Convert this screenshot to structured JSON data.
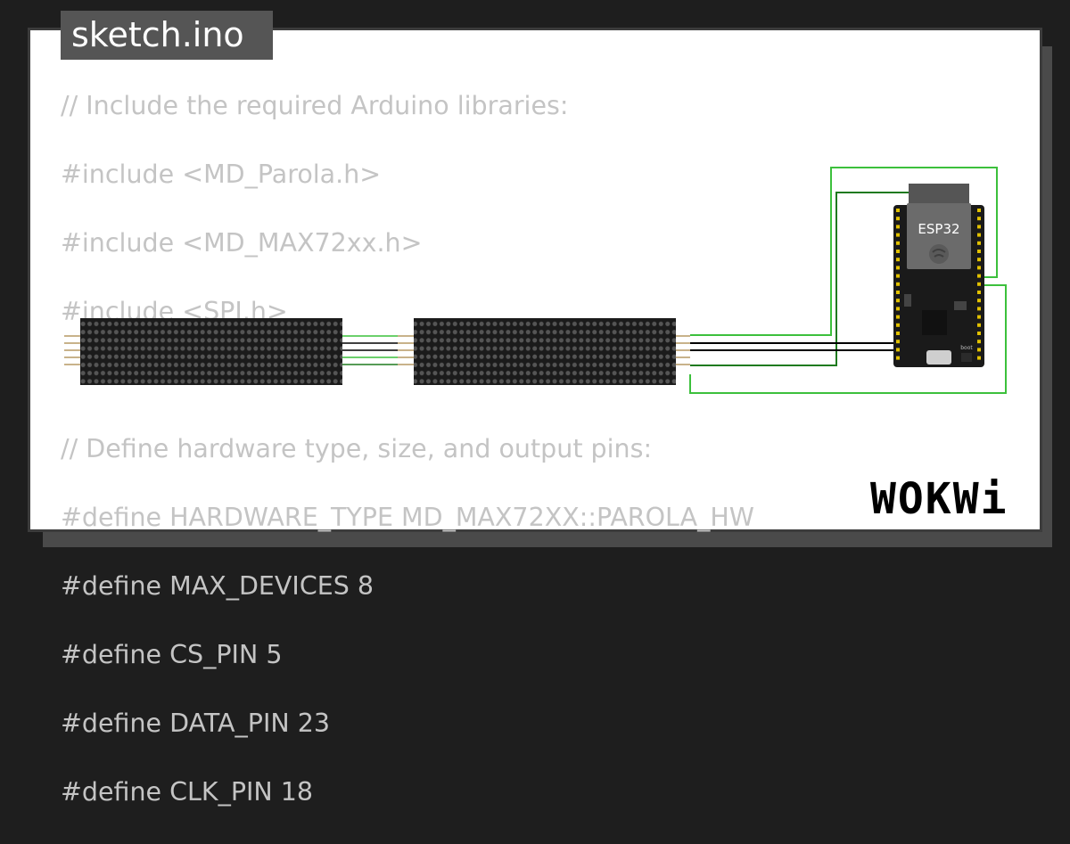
{
  "file_tab": {
    "filename": "sketch.ino"
  },
  "code": {
    "lines": [
      "// Include the required Arduino libraries:",
      "#include <MD_Parola.h>",
      "#include <MD_MAX72xx.h>",
      "#include <SPI.h>",
      "",
      "// Define hardware type, size, and output pins:",
      "#define HARDWARE_TYPE MD_MAX72XX::PAROLA_HW",
      "#define MAX_DEVICES 8",
      "#define CS_PIN 5",
      "#define DATA_PIN 23",
      "#define CLK_PIN 18"
    ]
  },
  "board": {
    "label": "ESP32",
    "boot_label": "boot"
  },
  "brand": {
    "logo_text": "WOKWi"
  },
  "colors": {
    "background": "#1e1e1e",
    "card": "#ffffff",
    "code_text": "#c4c4c4",
    "tab_bg": "#555555",
    "matrix": "#1b1b1b",
    "wire_green": "#3cc03c",
    "wire_dark_green": "#1f7a1f",
    "wire_black": "#000000"
  }
}
